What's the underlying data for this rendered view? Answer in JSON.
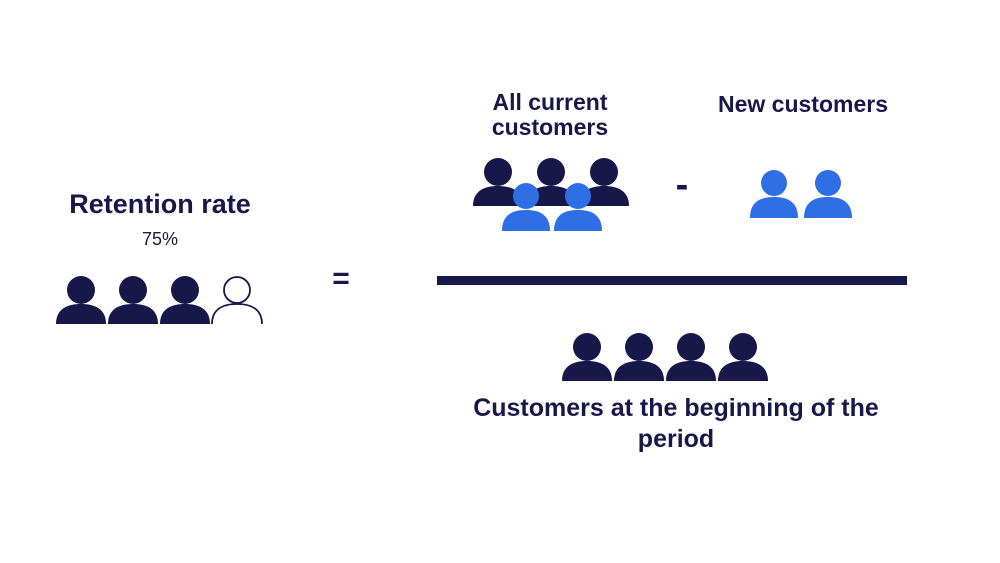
{
  "diagram": {
    "left": {
      "title": "Retention rate",
      "percent": "75%"
    },
    "equals_sign": "=",
    "numerator": {
      "current_label": "All current customers",
      "minus_sign": "-",
      "new_label": "New customers"
    },
    "denominator": {
      "label": "Customers at the beginning of the period"
    },
    "colors": {
      "navy": "#17174a",
      "blue": "#2f6fe6",
      "outline": "#17174a",
      "background": "#ffffff"
    },
    "icons": {
      "person": "person-icon",
      "person_outline": "person-outline-icon"
    }
  }
}
